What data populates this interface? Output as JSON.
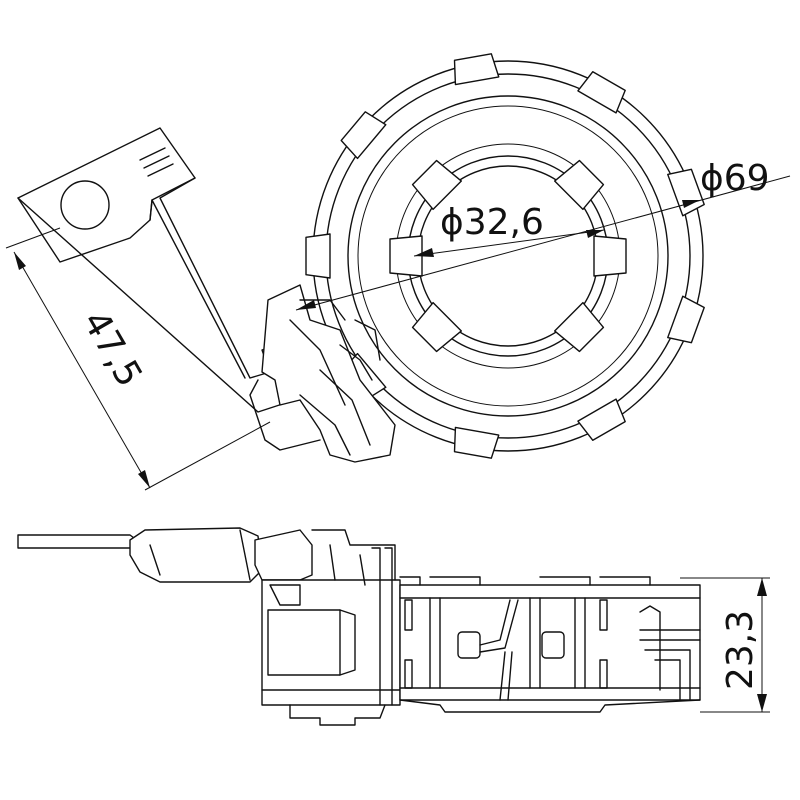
{
  "dimensions": {
    "outer_diameter": "ϕ69",
    "inner_diameter": "ϕ32,6",
    "arm_length": "47,5",
    "height": "23,3"
  },
  "colors": {
    "line": "#111111",
    "background": "#ffffff"
  }
}
